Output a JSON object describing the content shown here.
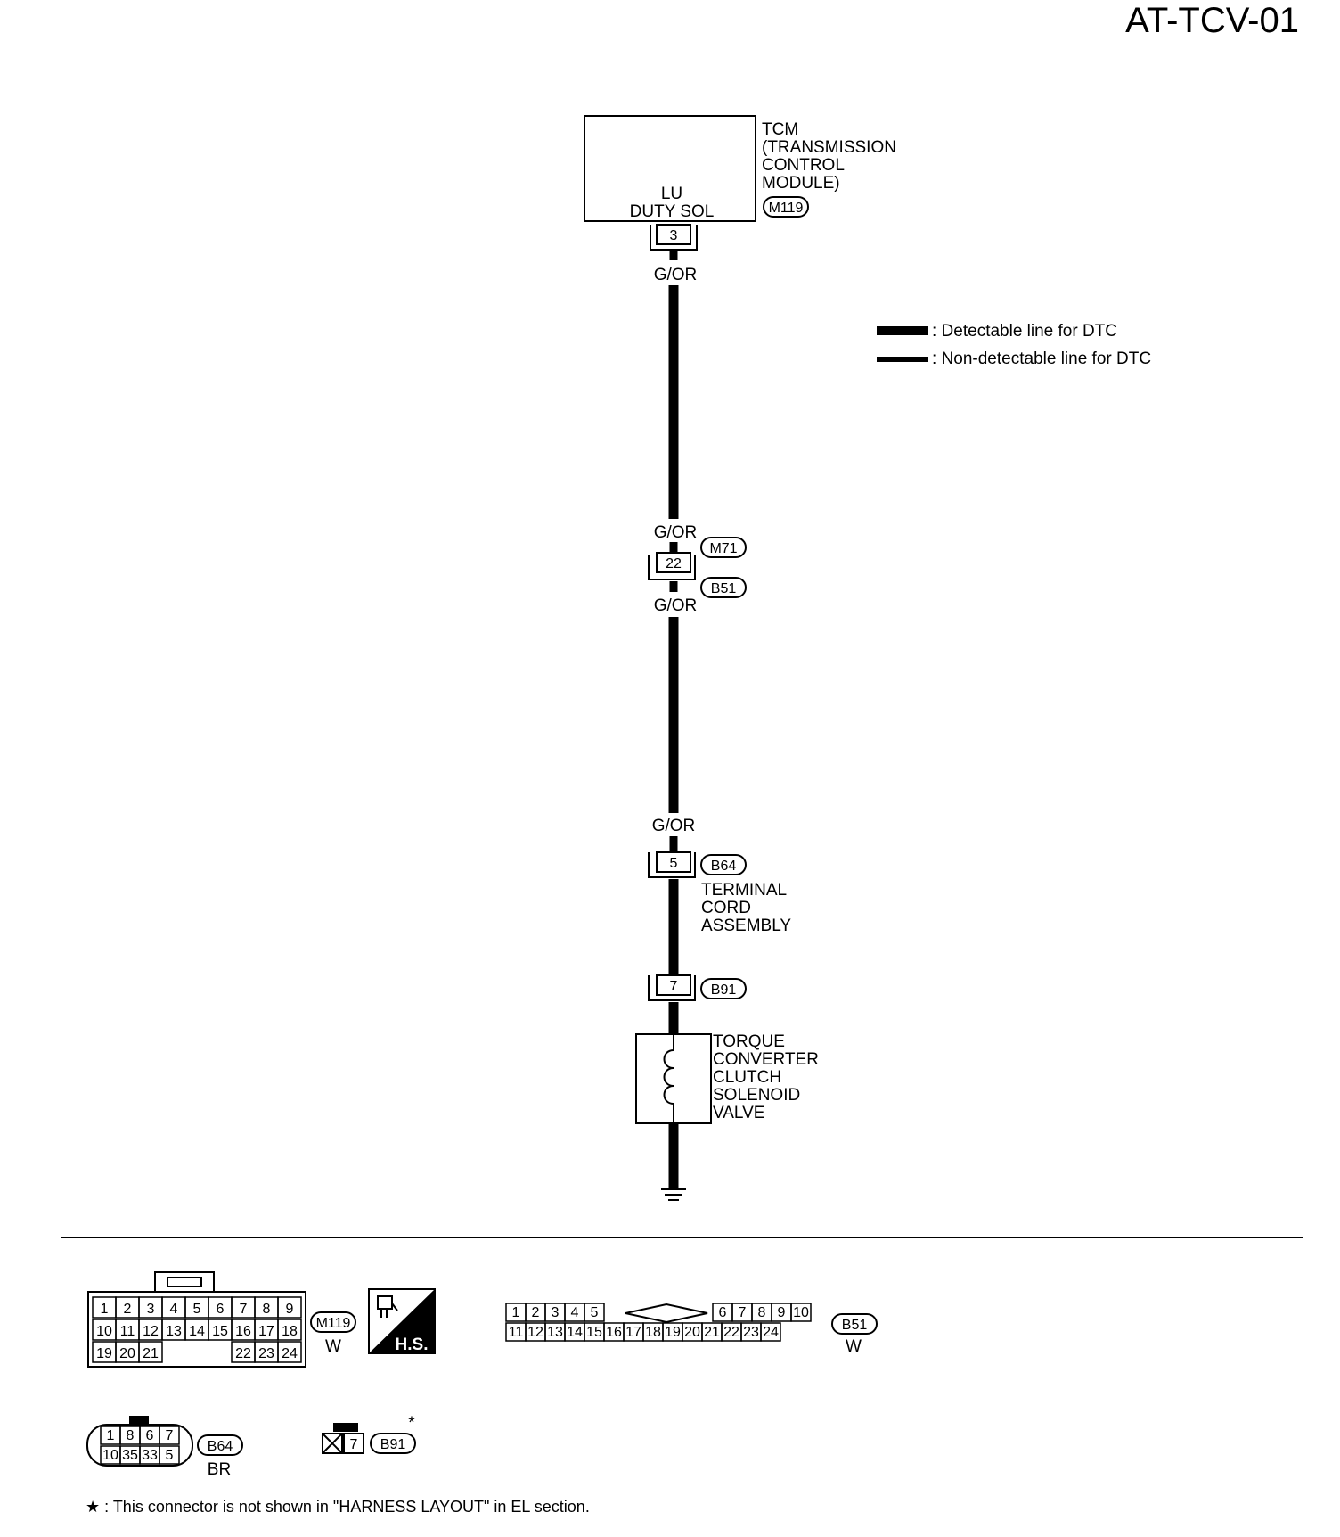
{
  "page_code": "AT-TCV-01",
  "tcm": {
    "lines": [
      "TCM",
      "(TRANSMISSION",
      "CONTROL",
      "MODULE)"
    ],
    "pin_label_lines": [
      "LU",
      "DUTY SOL"
    ],
    "connector": "M119",
    "terminal": "3"
  },
  "wire_colors": {
    "tcm_out": "G/OR",
    "m71_in": "G/OR",
    "b51_out": "G/OR",
    "b64_in": "G/OR"
  },
  "legend": {
    "detectable": ": Detectable line for DTC",
    "non_detectable": ": Non-detectable line for DTC"
  },
  "joint_connector": {
    "terminal": "22",
    "upper": "M71",
    "lower": "B51"
  },
  "terminal_cord": {
    "terminal": "5",
    "connector": "B64",
    "lines": [
      "TERMINAL",
      "CORD",
      "ASSEMBLY"
    ]
  },
  "solenoid": {
    "terminal": "7",
    "connector": "B91",
    "lines": [
      "TORQUE",
      "CONVERTER",
      "CLUTCH",
      "SOLENOID",
      "VALVE"
    ]
  },
  "connector_views": {
    "m119": {
      "id": "M119",
      "color": "W",
      "rows": [
        [
          "1",
          "2",
          "3",
          "4",
          "5",
          "6",
          "7",
          "8",
          "9"
        ],
        [
          "10",
          "11",
          "12",
          "13",
          "14",
          "15",
          "16",
          "17",
          "18"
        ],
        [
          "19",
          "20",
          "21",
          "",
          "",
          "",
          "22",
          "23",
          "24"
        ]
      ],
      "hs_label": "H.S."
    },
    "b51": {
      "id": "B51",
      "color": "W",
      "left_rows": [
        [
          "1",
          "2",
          "3",
          "4",
          "5"
        ],
        [
          "11",
          "12",
          "13",
          "14",
          "15",
          "16",
          "17",
          "18",
          "19",
          "20",
          "21",
          "22",
          "23",
          "24"
        ]
      ],
      "upper_row_left": [
        "1",
        "2",
        "3",
        "4",
        "5"
      ],
      "upper_row_right": [
        "6",
        "7",
        "8",
        "9",
        "10"
      ],
      "lower_row": [
        "11",
        "12",
        "13",
        "14",
        "15",
        "16",
        "17",
        "18",
        "19",
        "20",
        "21",
        "22",
        "23",
        "24"
      ]
    },
    "b64": {
      "id": "B64",
      "color": "BR",
      "top_row": [
        "1",
        "8",
        "6",
        "7"
      ],
      "bottom_row": [
        "10",
        "35",
        "33",
        "5"
      ]
    },
    "b91": {
      "id": "B91",
      "pin": "7",
      "mark": "*"
    }
  },
  "footnote": "★ : This connector is not shown in \"HARNESS LAYOUT\" in EL section."
}
